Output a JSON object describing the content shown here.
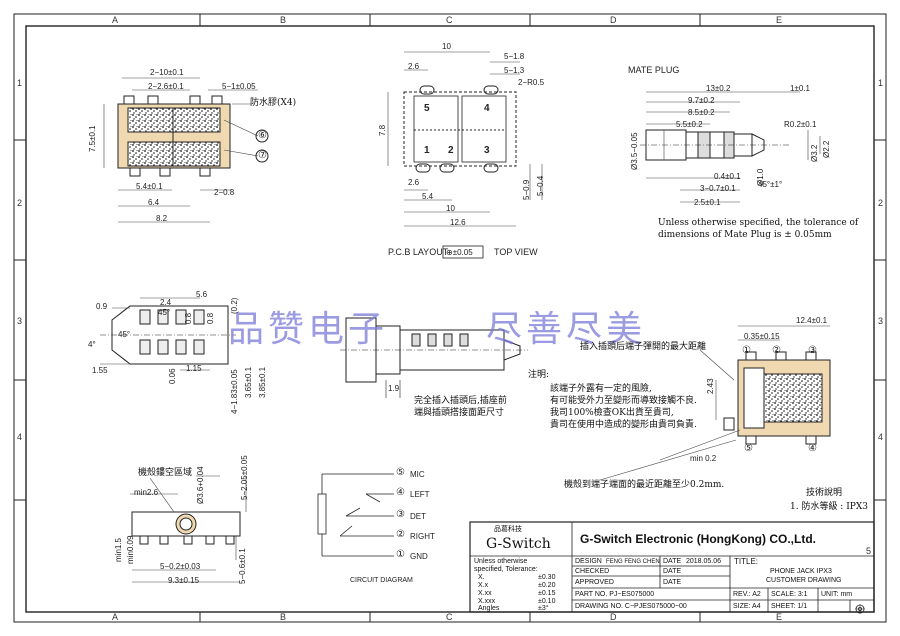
{
  "grid": {
    "cols": [
      "A",
      "B",
      "C",
      "D",
      "E"
    ],
    "rows": [
      "1",
      "2",
      "3",
      "4",
      "5"
    ]
  },
  "watermark": {
    "left": "品赞电子",
    "right": "尽善尽美"
  },
  "view_top_left": {
    "dims": [
      "2−10±0.1",
      "2−2.6±0.1",
      "5−1±0.05",
      "7.5±0.1",
      "5.4±0.1",
      "2−0.8",
      "6.4",
      "8.2"
    ],
    "callout_waterproof": "防水膠(X4)",
    "callout_6": "⑥",
    "callout_7": "⑦"
  },
  "pcb": {
    "dims": [
      "10",
      "5−1.8",
      "2.6",
      "5−1.3",
      "2−R0.5",
      "7.8",
      "2.6",
      "5.4",
      "10",
      "12.6",
      "5−0.9",
      "5−0.4"
    ],
    "pins": [
      "5",
      "4",
      "1",
      "2",
      "3"
    ],
    "layout_label": "P.C.B LAYOUT",
    "tolerance_box": "⊕±0.05",
    "top_view": "TOP VIEW"
  },
  "mate_plug": {
    "title": "MATE PLUG",
    "dims": [
      "13±0.2",
      "1±0.1",
      "9.7±0.2",
      "8.5±0.2",
      "5.5±0.2",
      "R0.2±0.1",
      "Ø3.5−0.05",
      "Ø3.2",
      "Ø2.2",
      "0.4±0.1",
      "3−0.7±0.1",
      "2.5±0.1",
      "Ø1.0",
      "45°±1°"
    ],
    "note_line1": "Unless otherwise specified, the tolerance of",
    "note_line2": "dimensions of Mate Plug is ± 0.05mm"
  },
  "side_view": {
    "dims": [
      "0.9",
      "2.4",
      "5.6",
      "0.8",
      "0.8",
      "1.15",
      "0.06",
      "1.55",
      "45°",
      "4°",
      "(0.2)",
      "4−1.83±0.05",
      "3.65±0.1",
      "3.85±0.1",
      "45°"
    ],
    "dim_19": "1.9",
    "note_insert": "完全插入插頭后,插座前",
    "note_insert2": "端與插頭搭接面距尺寸"
  },
  "notes_center": {
    "top_callout": "插入插頭后端子彈開的最大距離",
    "dim_243": "2.43",
    "label": "注明:",
    "lines": [
      "該端子外露有一定的風險,",
      "有可能受外力至變形而導致接觸不良.",
      "我司100%檢查OK出貨至貴司,",
      "貴司在使用中造成的變形由貴司負責."
    ],
    "min_gap": "min 0.2",
    "bottom_callout": "機殼到端子端面的最近距離至少0.2mm."
  },
  "right_view": {
    "dims": [
      "12.4±0.1",
      "0.35±0.15"
    ],
    "pins": [
      "①",
      "②",
      "③",
      "⑤",
      "④"
    ],
    "tech_title": "技術說明",
    "tech_line": "1. 防水等級 : IPX3"
  },
  "front_view": {
    "callout": "機殼鏤空區域",
    "dims": [
      "min2.6",
      "Ø3.6+0.04",
      "5−2.05±0.05",
      "min1.5",
      "min0.09",
      "5−0.6±0.1",
      "5−0.2±0.03",
      "9.3±0.15"
    ]
  },
  "circuit": {
    "title": "CIRCUIT DIAGRAM",
    "pins": [
      {
        "num": "⑤",
        "label": "MIC"
      },
      {
        "num": "④",
        "label": "LEFT"
      },
      {
        "num": "③",
        "label": "DET"
      },
      {
        "num": "②",
        "label": "RIGHT"
      },
      {
        "num": "①",
        "label": "GND"
      }
    ]
  },
  "title_block": {
    "logo_cn": "品葛科技",
    "logo_en": "G-Switch",
    "company": "G-Switch Electronic (HongKong) CO.,Ltd.",
    "tol_head1": "Unless otherwise",
    "tol_head2": "specified, Tolerance:",
    "tol_rows": [
      {
        "k": "X.",
        "v": "±0.30"
      },
      {
        "k": "X.x",
        "v": "±0.20"
      },
      {
        "k": "X.xx",
        "v": "±0.15"
      },
      {
        "k": "X.xxx",
        "v": "±0.10"
      },
      {
        "k": "Angles",
        "v": "±3°"
      }
    ],
    "design_label": "DESIGN",
    "design_name": "FENG FENG CHEN",
    "date_label": "DATE",
    "date_value": "2018.05.06",
    "checked_label": "CHECKED",
    "approved_label": "APPROVED",
    "date2": "DATE",
    "date3": "DATE",
    "title_label": "TITLE:",
    "title_line1": "PHONE JACK IPX3",
    "title_line2": "CUSTOMER DRAWING",
    "part_no": "PART NO. PJ−ES075000",
    "drawing_no": "DRAWING NO. C−PJES075000−00",
    "rev": "REV.: A2",
    "scale": "SCALE: 3:1",
    "unit": "UNIT: mm",
    "size": "SIZE: A4",
    "sheet": "SHEET: 1/1"
  }
}
